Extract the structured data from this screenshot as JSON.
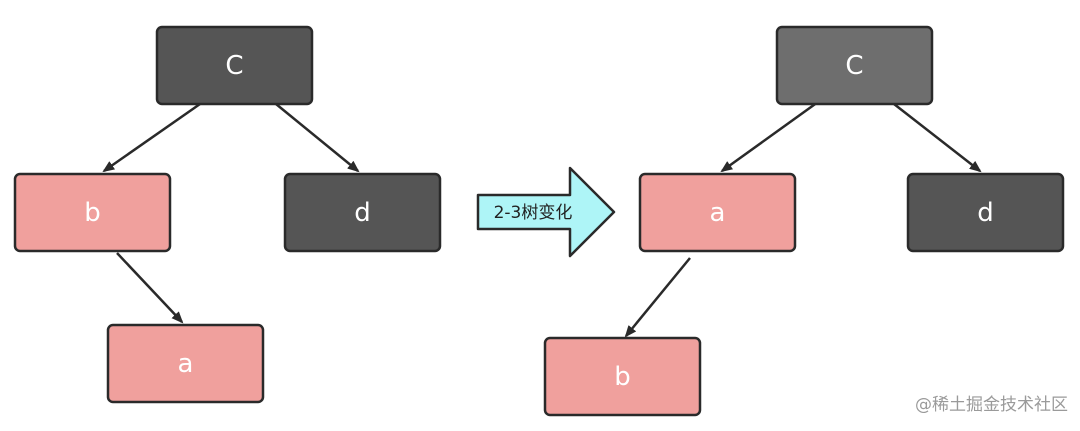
{
  "colors": {
    "black_node": "#555555",
    "black_node_light": "#6e6e6e",
    "red_node": "#f0a09d",
    "border": "#2a2a2a",
    "arrow_fill": "#aef5f7"
  },
  "before_tree": {
    "root": "C",
    "left": "b",
    "right": "d",
    "left_child": "a"
  },
  "transition": {
    "label": "2-3树变化"
  },
  "after_tree": {
    "root": "C",
    "left": "a",
    "right": "d",
    "left_child": "b"
  },
  "watermark": "@稀土掘金技术社区"
}
